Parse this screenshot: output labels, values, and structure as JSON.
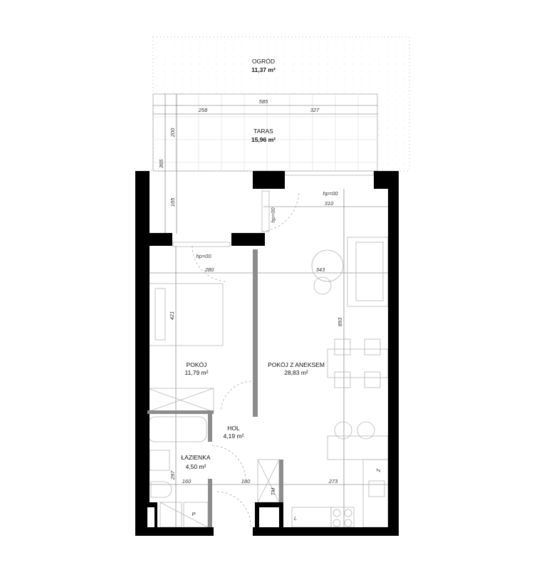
{
  "rooms": {
    "garden": {
      "name": "OGRÓD",
      "area": "11,37 m²"
    },
    "terrace": {
      "name": "TARAS",
      "area": "15,96 m²"
    },
    "bedroom": {
      "name": "POKÓJ",
      "area": "11,79 m²"
    },
    "living": {
      "name": "POKÓJ Z ANEKSEM",
      "area": "28,83 m²"
    },
    "hall": {
      "name": "HOL",
      "area": "4,19 m²"
    },
    "bathroom": {
      "name": "ŁAZIENKA",
      "area": "4,50 m²"
    }
  },
  "dimensions": {
    "terrace_total": "585",
    "terrace_left": "258",
    "terrace_right": "327",
    "terrace_depth": "365",
    "terrace_depth_top": "200",
    "terrace_depth_bottom": "165",
    "living_top": "310",
    "bedroom_width": "280",
    "living_width": "343",
    "bedroom_depth": "421",
    "living_depth": "893",
    "bath_depth": "297",
    "bath_width": "160",
    "hall_width": "180",
    "kitchen_width": "273"
  },
  "threshold_labels": [
    "hp=00",
    "hp=00",
    "hp=00"
  ],
  "appliance_labels": {
    "fridge": "Z",
    "washer": "P",
    "wardrobe": "L",
    "boiler": "TM"
  },
  "colors": {
    "wall": "#000000",
    "partition": "#8c8c8c",
    "furniture": "#b5b5b5"
  }
}
